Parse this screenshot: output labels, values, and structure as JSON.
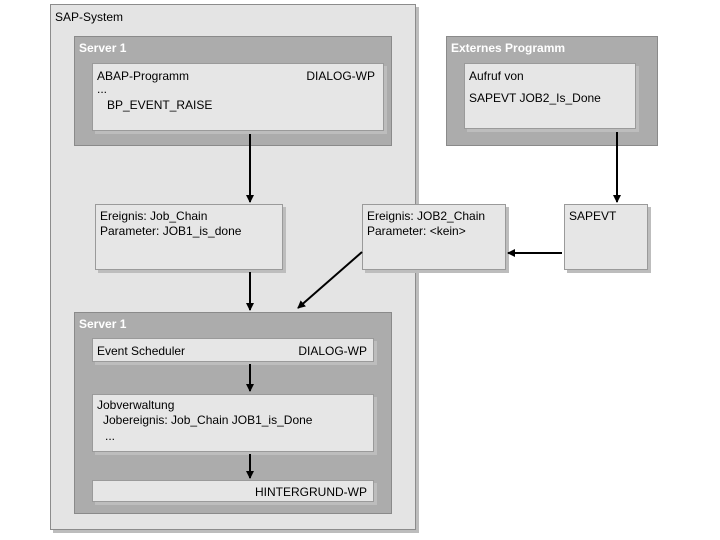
{
  "sap_system": {
    "title": "SAP-System"
  },
  "server1_top": {
    "title": "Server 1",
    "abap": {
      "program_label": "ABAP-Programm",
      "wp_label": "DIALOG-WP",
      "ellipsis": "...",
      "call": "BP_EVENT_RAISE"
    }
  },
  "external": {
    "title": "Externes Programm",
    "call_label": "Aufruf von",
    "call_value": "SAPEVT JOB2_Is_Done"
  },
  "event1": {
    "line1": "Ereignis: Job_Chain",
    "line2": "Parameter: JOB1_is_done"
  },
  "event2": {
    "line1": "Ereignis: JOB2_Chain",
    "line2": "Parameter: <kein>"
  },
  "sapevt": {
    "label": "SAPEVT"
  },
  "server1_bottom": {
    "title": "Server 1",
    "scheduler": {
      "label": "Event Scheduler",
      "wp_label": "DIALOG-WP"
    },
    "jobverwaltung": {
      "title": "Jobverwaltung",
      "line": "Jobereignis: Job_Chain JOB1_is_Done",
      "ellipsis": "..."
    },
    "background": {
      "label": "HINTERGRUND-WP"
    }
  }
}
